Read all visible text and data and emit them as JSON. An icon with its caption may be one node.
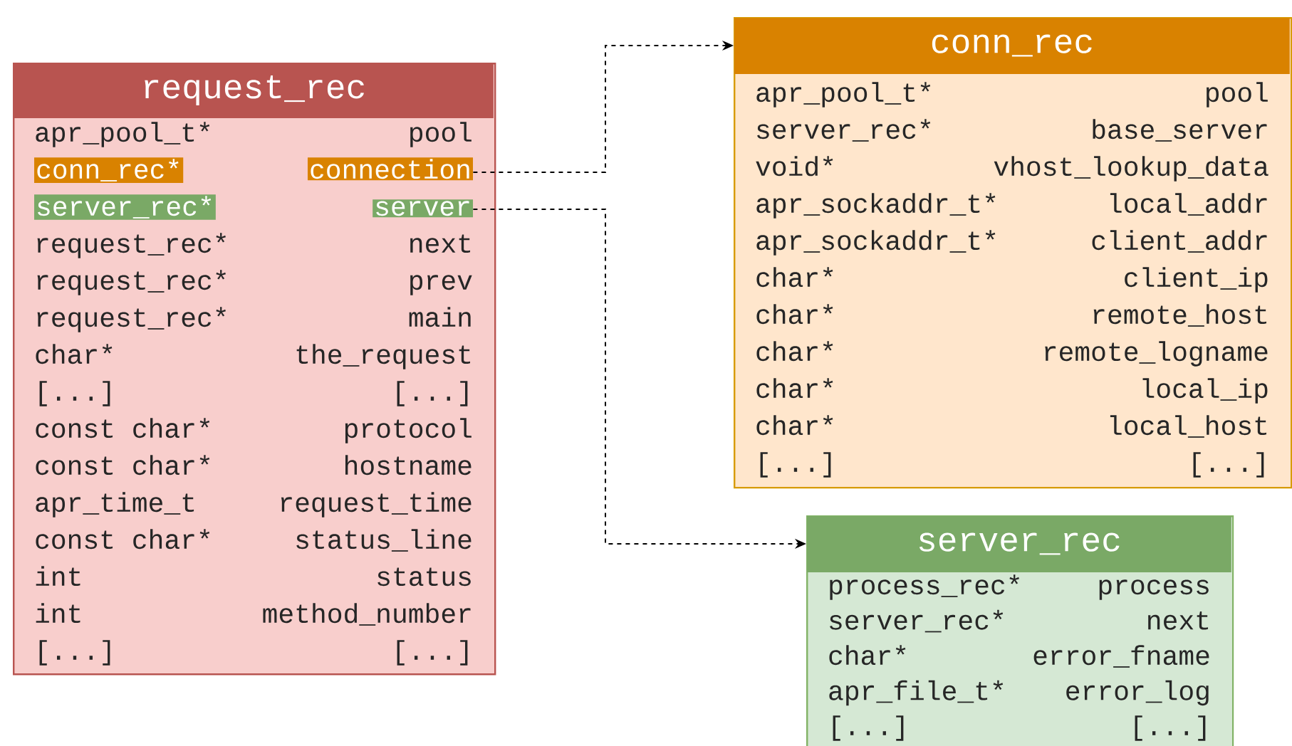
{
  "diagram": {
    "nodes": [
      {
        "text": [
          "request_rec"
        ]
      },
      {
        "text": [
          "apr_pool_t*",
          "pool"
        ],
        "in": 0
      },
      {
        "text": [
          "conn_rec*",
          "connection"
        ],
        "in": 0
      },
      {
        "text": [
          "server_rec*",
          "server"
        ],
        "in": 0
      },
      {
        "text": [
          "request_rec*",
          "next"
        ],
        "in": 0
      },
      {
        "text": [
          "request_rec*",
          "prev"
        ],
        "in": 0
      },
      {
        "text": [
          "request_rec*",
          "main"
        ],
        "in": 0
      },
      {
        "text": [
          "char*",
          "the_request"
        ],
        "in": 0
      },
      {
        "text": [
          "[...]",
          "[...]"
        ],
        "in": 0
      },
      {
        "text": [
          "const char*",
          "protocol"
        ],
        "in": 0
      },
      {
        "text": [
          "const char*",
          "hostname"
        ],
        "in": 0
      },
      {
        "text": [
          "apr_time_t",
          "request_time"
        ],
        "in": 0
      },
      {
        "text": [
          "const char*",
          "status_line"
        ],
        "in": 0
      },
      {
        "text": [
          "int",
          "status"
        ],
        "in": 0
      },
      {
        "text": [
          "int",
          "method_number"
        ],
        "in": 0
      },
      {
        "text": [
          "[...]",
          "[...]"
        ],
        "in": 0
      },
      {
        "text": [
          "conn_rec"
        ]
      },
      {
        "text": [
          "apr_pool_t*",
          "pool"
        ],
        "in": 16
      },
      {
        "text": [
          "server_rec*",
          "base_server"
        ],
        "in": 16
      },
      {
        "text": [
          "void*",
          "vhost_lookup_data"
        ],
        "in": 16
      },
      {
        "text": [
          "apr_sockaddr_t*",
          "local_addr"
        ],
        "in": 16
      },
      {
        "text": [
          "apr_sockaddr_t*",
          "client_addr"
        ],
        "in": 16
      },
      {
        "text": [
          "char*",
          "client_ip"
        ],
        "in": 16
      },
      {
        "text": [
          "char*",
          "remote_host"
        ],
        "in": 16
      },
      {
        "text": [
          "char*",
          "remote_logname"
        ],
        "in": 16
      },
      {
        "text": [
          "char*",
          "local_ip"
        ],
        "in": 16
      },
      {
        "text": [
          "char*",
          "local_host"
        ],
        "in": 16
      },
      {
        "text": [
          "[...]",
          "[...]"
        ],
        "in": 16
      },
      {
        "text": [
          "server_rec"
        ]
      },
      {
        "text": [
          "process_rec*",
          "process"
        ],
        "in": 28
      },
      {
        "text": [
          "server_rec*",
          "next"
        ],
        "in": 28
      },
      {
        "text": [
          "char*",
          "error_fname"
        ],
        "in": 28
      },
      {
        "text": [
          "apr_file_t*",
          "error_log"
        ],
        "in": 28
      },
      {
        "text": [
          "[...]",
          "[...]"
        ],
        "in": 28
      }
    ],
    "edges": [
      {
        "from": 2,
        "to": 16,
        "arrow": "to",
        "style": "dashed"
      },
      {
        "from": 3,
        "to": 28,
        "arrow": "to",
        "style": "dashed"
      }
    ]
  }
}
